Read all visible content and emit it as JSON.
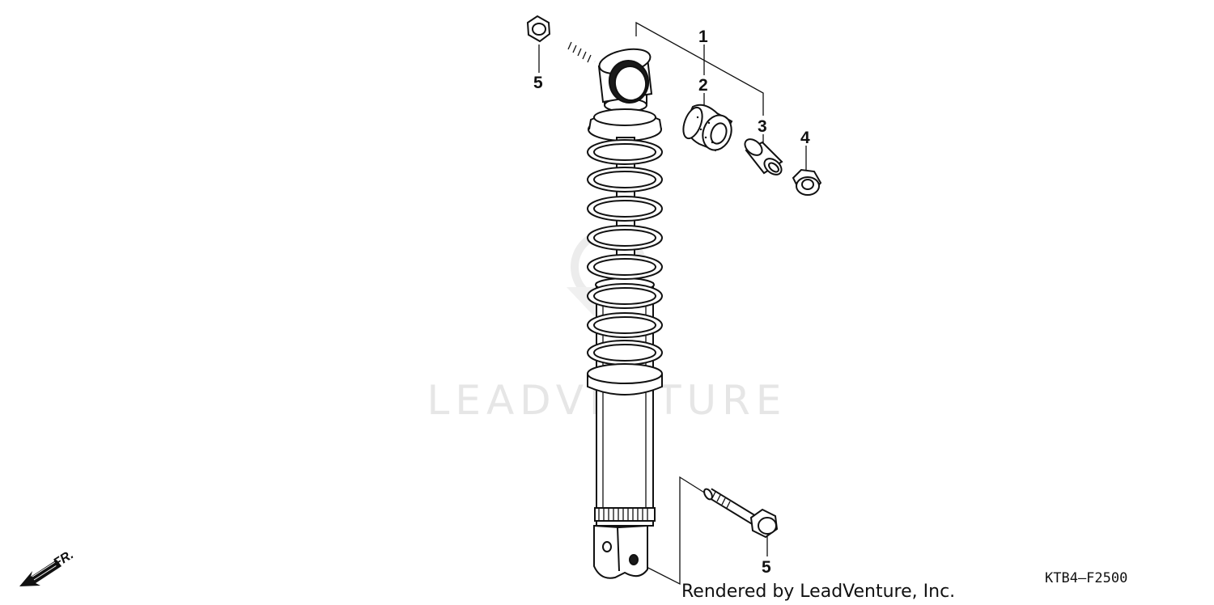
{
  "watermark": "LEADVENTURE",
  "diagram_code": "KTB4—F2500",
  "credit": "Rendered by LeadVenture, Inc.",
  "direction_label": "FR.",
  "callouts": {
    "c1": "1",
    "c2": "2",
    "c3": "3",
    "c4": "4",
    "c5_top": "5",
    "c5_bottom": "5"
  }
}
